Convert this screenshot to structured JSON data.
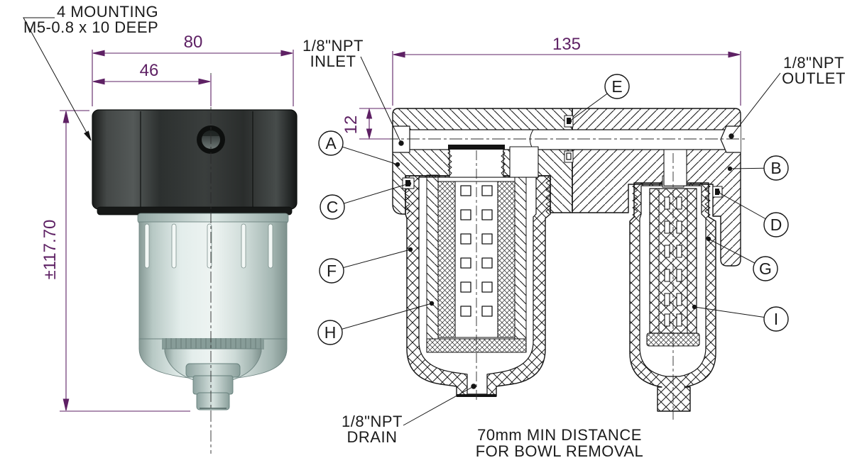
{
  "drawing_type": "engineering-drawing",
  "colors": {
    "dimension": "#5e2164",
    "line": "#141414",
    "background": "#ffffff"
  },
  "left_view": {
    "mounting_note": [
      "4 MOUNTING",
      "M5-0.8 x 10 DEEP"
    ],
    "dims": {
      "outer_width": "80",
      "inner_width": "46",
      "height": "±117.70"
    }
  },
  "section_view": {
    "dims": {
      "width": "135",
      "inlet_depth": "12"
    },
    "labels": {
      "inlet": [
        "1/8\"NPT",
        "INLET"
      ],
      "outlet": [
        "1/8\"NPT",
        "OUTLET"
      ],
      "drain": [
        "1/8\"NPT",
        "DRAIN"
      ],
      "note": [
        "70mm MIN DISTANCE",
        "FOR BOWL REMOVAL"
      ]
    },
    "callouts": [
      "A",
      "B",
      "C",
      "D",
      "E",
      "F",
      "G",
      "H",
      "I"
    ]
  }
}
